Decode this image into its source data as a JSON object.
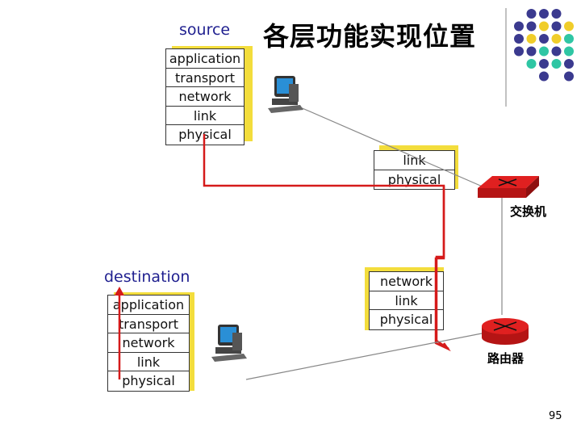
{
  "title": "各层功能实现位置",
  "source_label": "source",
  "destination_label": "destination",
  "source_stack": [
    "application",
    "transport",
    "network",
    "link",
    "physical"
  ],
  "switch_stack": [
    "link",
    "physical"
  ],
  "router_stack": [
    "network",
    "link",
    "physical"
  ],
  "dest_stack": [
    "application",
    "transport",
    "network",
    "link",
    "physical"
  ],
  "switch_label": "交换机",
  "router_label": "路由器",
  "page_number": "95",
  "colors": {
    "path": "#d51a1a",
    "dot_navy": "#3b3a8f",
    "dot_yellow": "#f0cd2a",
    "dot_teal": "#2fc6a4",
    "shadow": "#f3dd3c"
  },
  "icons": [
    "host-computer-icon",
    "switch-icon",
    "router-icon",
    "decorative-dot-grid"
  ]
}
